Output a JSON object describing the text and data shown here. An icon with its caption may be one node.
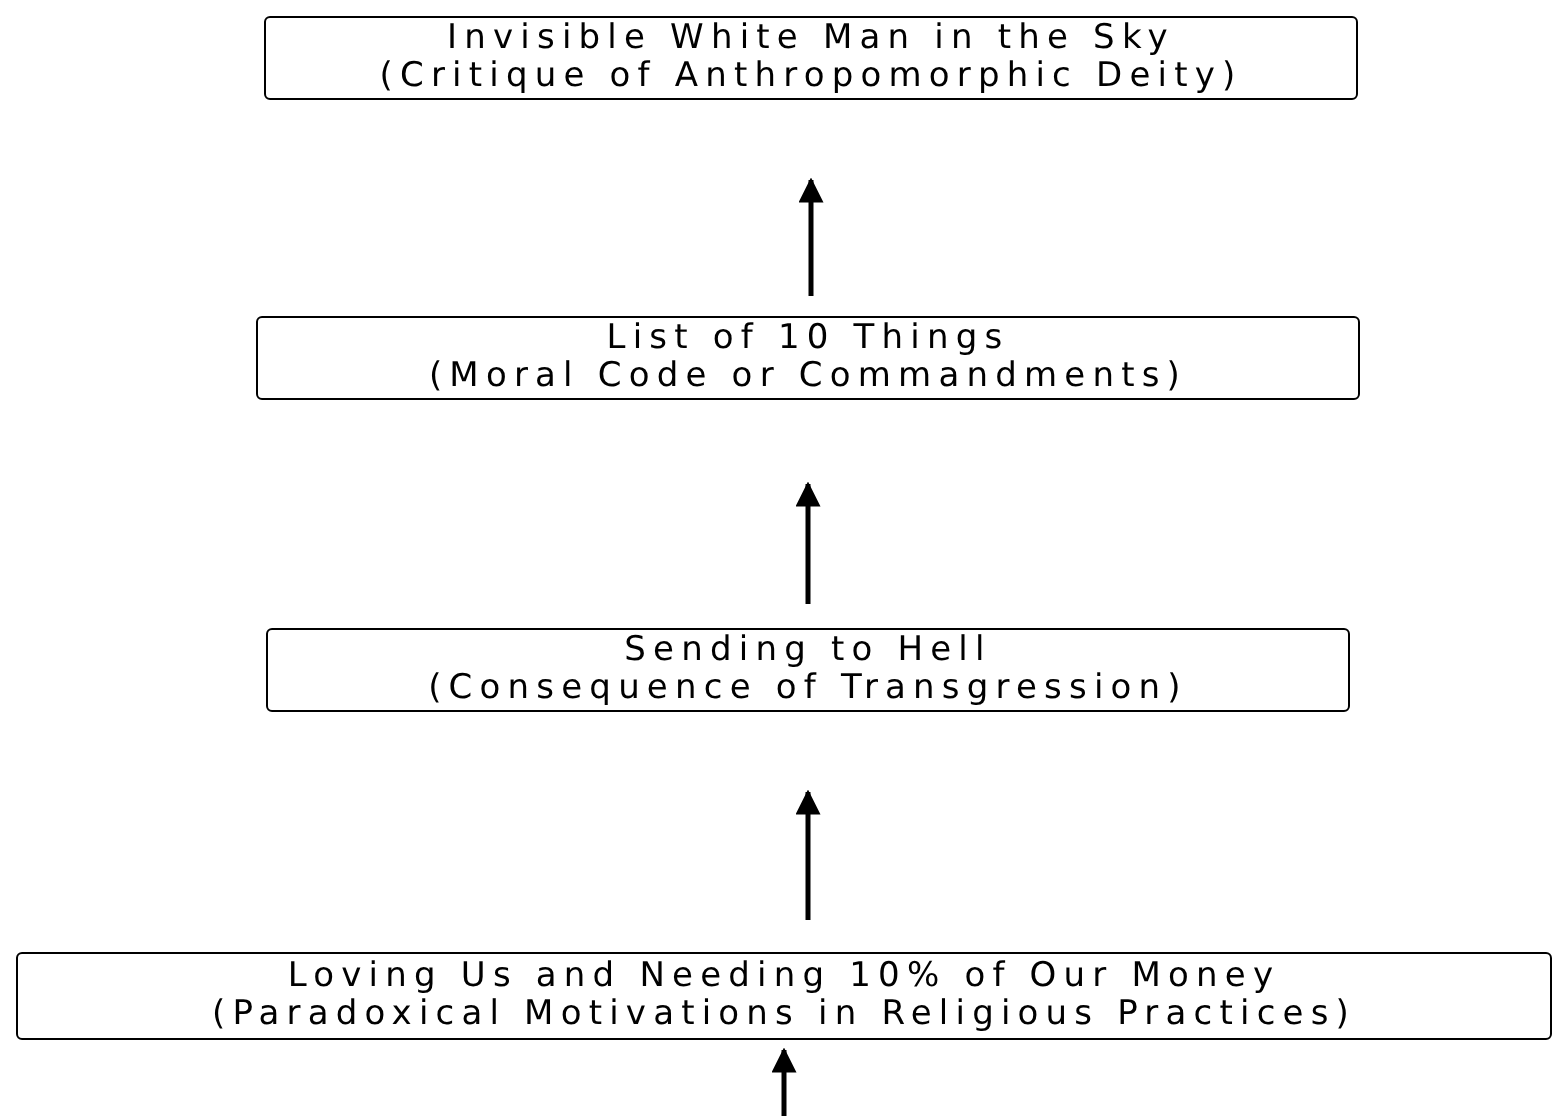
{
  "diagram": {
    "nodes": [
      {
        "text": [
          "Invisible White Man in the Sky",
          "(Critique of Anthropomorphic Deity)"
        ]
      },
      {
        "text": [
          "List of 10 Things",
          "(Moral Code or Commandments)"
        ]
      },
      {
        "text": [
          "Sending to Hell",
          "(Consequence of Transgression)"
        ]
      },
      {
        "text": [
          "Loving Us and Needing 10% of Our Money",
          "(Paradoxical Motivations in Religious Practices)"
        ]
      }
    ],
    "edges": [
      {
        "from": 1,
        "to": 0,
        "arrow": "to"
      },
      {
        "from": 2,
        "to": 1,
        "arrow": "to"
      },
      {
        "from": 3,
        "to": 2,
        "arrow": "to"
      },
      {
        "from": null,
        "to": 3,
        "arrow": "to"
      }
    ]
  }
}
